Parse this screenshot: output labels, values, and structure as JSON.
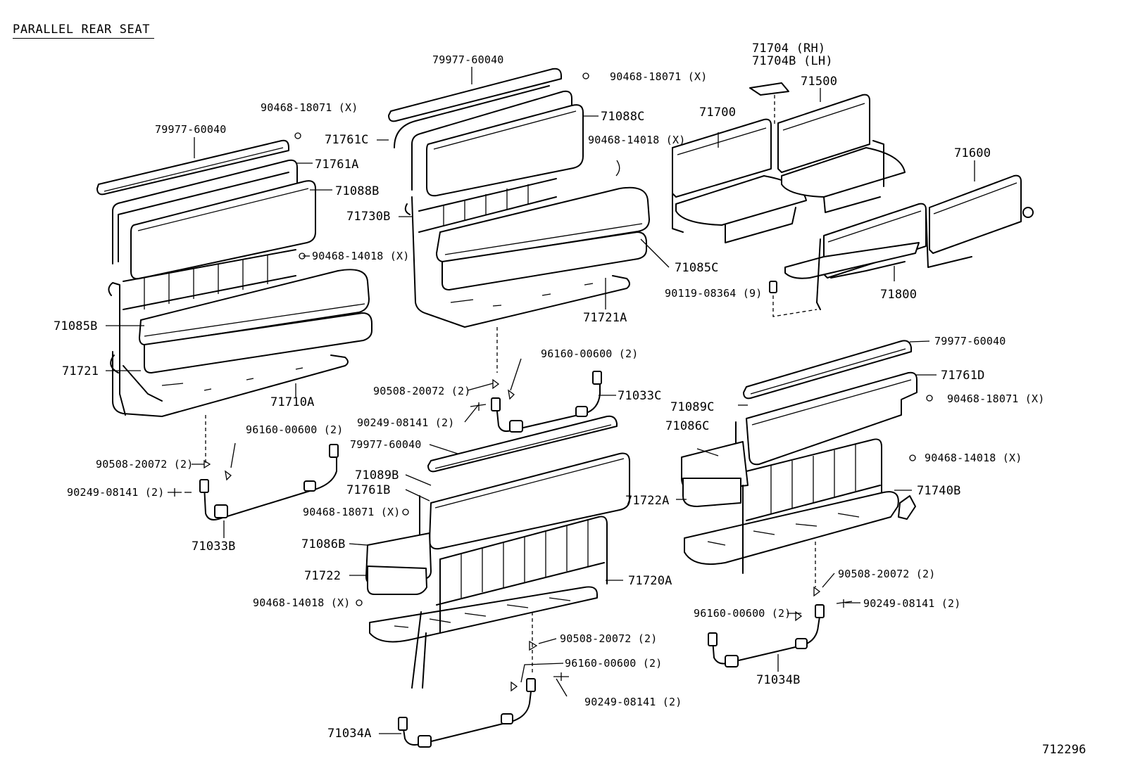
{
  "title": "PARALLEL REAR SEAT",
  "figure_id": "712296",
  "labels": {
    "l1": "79977-60040",
    "l2": "90468-18071 (X)",
    "l3": "71761A",
    "l4": "71088B",
    "l5": "90468-14018 (X)",
    "l6": "71085B",
    "l7": "71721",
    "l8": "71710A",
    "l9": "90508-20072 (2)",
    "l10": "96160-00600 (2)",
    "l11": "90249-08141 (2)",
    "l12": "71033B",
    "l13": "79977-60040",
    "l14": "90468-18071 (X)",
    "l15": "71761C",
    "l16": "71088C",
    "l17": "90468-14018 (X)",
    "l18": "71730B",
    "l19": "71085C",
    "l20": "71721A",
    "l21": "90508-20072 (2)",
    "l22": "96160-00600 (2)",
    "l23": "71033C",
    "l24": "90249-08141 (2)",
    "l25": "79977-60040",
    "l26": "71089B",
    "l27": "71761B",
    "l28": "90468-18071 (X)",
    "l29": "71086B",
    "l30": "71722",
    "l31": "71720A",
    "l32": "90468-14018 (X)",
    "l33": "90508-20072 (2)",
    "l34": "96160-00600 (2)",
    "l35": "90249-08141 (2)",
    "l36": "71034A",
    "l37": "71704  (RH)",
    "l38": "71704B (LH)",
    "l39": "71500",
    "l40": "71700",
    "l41": "71600",
    "l42": "90119-08364 (9)",
    "l43": "71800",
    "l44": "79977-60040",
    "l45": "71761D",
    "l46": "71089C",
    "l47": "90468-18071 (X)",
    "l48": "71086C",
    "l49": "90468-14018 (X)",
    "l50": "71740B",
    "l51": "71722A",
    "l52": "90508-20072 (2)",
    "l53": "96160-00600 (2)",
    "l54": "90249-08141 (2)",
    "l55": "71034B"
  }
}
